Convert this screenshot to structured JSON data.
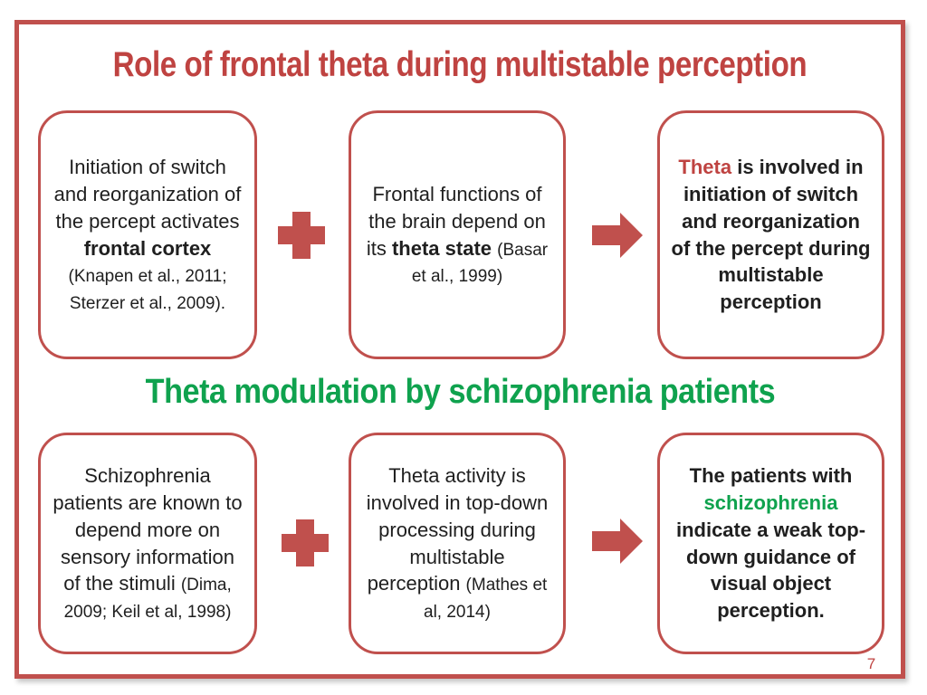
{
  "colors": {
    "accent_red": "#c0504d",
    "title_red": "#bf4341",
    "green": "#0fa24e",
    "ink": "#1f1f1f"
  },
  "slide": {
    "title": "Role of frontal theta during multistable perception",
    "subtitle": "Theta modulation by schizophrenia patients",
    "page_number": "7"
  },
  "icons": {
    "connector_plus": "plus-icon",
    "connector_arrow": "arrow-right-icon"
  },
  "row1": {
    "box_left": {
      "segments": [
        {
          "t": "Initiation of switch and reorganization of the percept activates "
        },
        {
          "t": "frontal cortex",
          "c": "b"
        },
        {
          "t": " "
        },
        {
          "t": "(Knapen et al., 2011; Sterzer et al., 2009).",
          "c": "cite"
        }
      ]
    },
    "box_middle": {
      "segments": [
        {
          "t": "Frontal functions of the brain depend on its "
        },
        {
          "t": "theta state",
          "c": "b"
        },
        {
          "t": " "
        },
        {
          "t": "(Basar et al., 1999)",
          "c": "cite"
        }
      ]
    },
    "box_right": {
      "segments": [
        {
          "t": "Theta",
          "c": "b red"
        },
        {
          "t": " is involved in initiation of switch and reorganization of the percept during multistable perception",
          "c": "b"
        }
      ]
    }
  },
  "row2": {
    "box_left": {
      "segments": [
        {
          "t": "Schizophrenia patients are known to depend more on sensory information of the stimuli "
        },
        {
          "t": "(Dima, 2009; Keil et  al, 1998)",
          "c": "cite"
        }
      ]
    },
    "box_middle": {
      "segments": [
        {
          "t": "Theta activity is involved in top-down processing during multistable perception "
        },
        {
          "t": "(Mathes et al, 2014)",
          "c": "cite"
        }
      ]
    },
    "box_right": {
      "segments": [
        {
          "t": "The patients with ",
          "c": "b"
        },
        {
          "t": "schizophrenia",
          "c": "b green"
        },
        {
          "t": " indicate a weak top-down guidance of visual object perception.",
          "c": "b"
        }
      ]
    }
  }
}
